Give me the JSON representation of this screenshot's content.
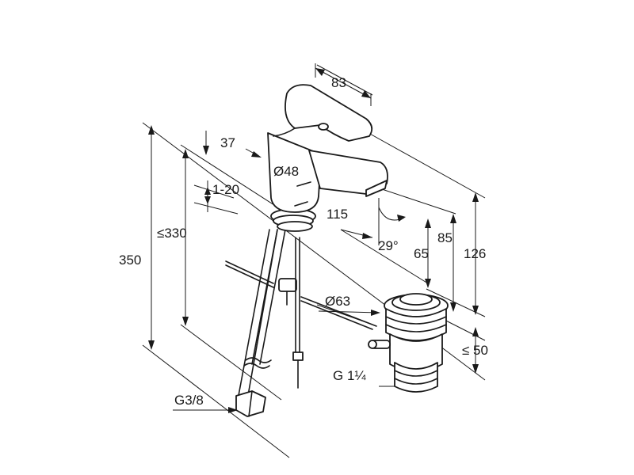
{
  "labels": {
    "lever_width": "83",
    "spout_offset": "37",
    "spout_diameter": "Ø48",
    "deck_thickness": "1-20",
    "spout_reach": "115",
    "lever_angle": "29°",
    "max_height_faucet": "≤330",
    "total_height": "350",
    "spout_height_65": "65",
    "spout_height_85": "85",
    "total_height_126": "126",
    "waste_diameter": "Ø63",
    "waste_depth": "≤ 50",
    "waste_thread": "G 1¼",
    "hose_thread": "G3/8"
  }
}
